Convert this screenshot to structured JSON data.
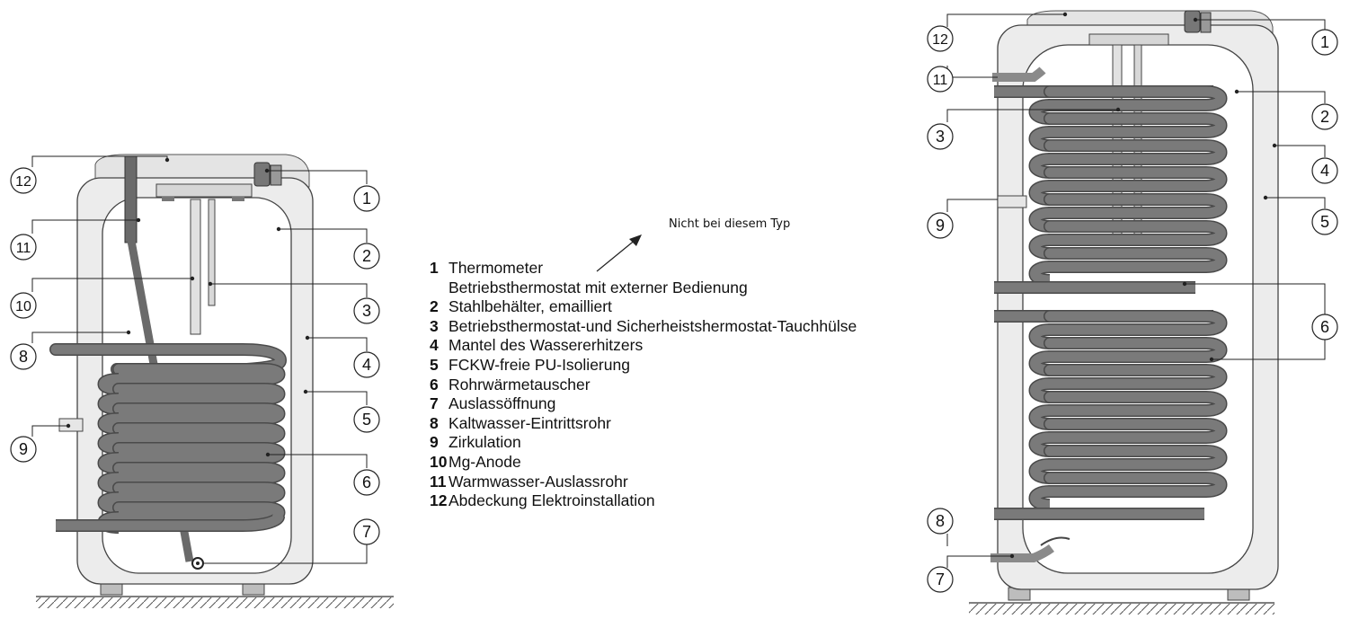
{
  "note": "Nicht bei diesem Typ",
  "legend": [
    {
      "num": "1",
      "text": "Thermometer",
      "extra": "Betriebsthermostat mit externer Bedienung"
    },
    {
      "num": "2",
      "text": "Stahlbehälter, emailliert"
    },
    {
      "num": "3",
      "text": "Betriebsthermostat-und Sicherheistshermostat-Tauchhülse"
    },
    {
      "num": "4",
      "text": "Mantel des Wassererhitzers"
    },
    {
      "num": "5",
      "text": "FCKW-freie PU-Isolierung"
    },
    {
      "num": "6",
      "text": "Rohrwärmetauscher"
    },
    {
      "num": "7",
      "text": "Auslassöffnung"
    },
    {
      "num": "8",
      "text": "Kaltwasser-Eintrittsrohr"
    },
    {
      "num": "9",
      "text": "Zirkulation"
    },
    {
      "num": "10",
      "text": "Mg-Anode"
    },
    {
      "num": "11",
      "text": "Warmwasser-Auslassrohr"
    },
    {
      "num": "12",
      "text": "Abdeckung Elektroinstallation"
    }
  ],
  "callouts": {
    "left": [
      "1",
      "2",
      "3",
      "4",
      "5",
      "6",
      "7",
      "8",
      "9",
      "10",
      "11",
      "12"
    ],
    "right": [
      "1",
      "2",
      "3",
      "4",
      "5",
      "6",
      "7",
      "8",
      "9",
      "11",
      "12"
    ]
  },
  "colors": {
    "shell": "#ebebeb",
    "coil": "#6e6e6e",
    "coil_dark": "#4a4a4a",
    "outline": "#3a3a3a",
    "line": "#222222"
  }
}
